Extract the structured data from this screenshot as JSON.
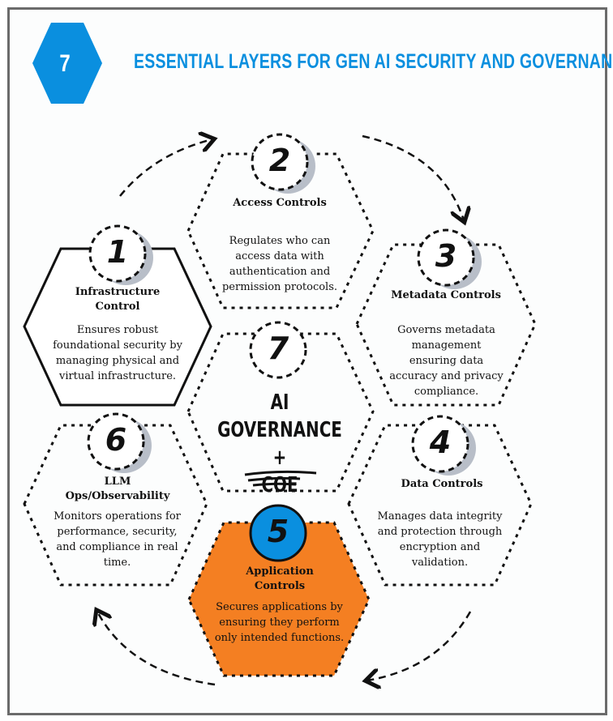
{
  "header": {
    "badge_number": "7",
    "title": "ESSENTIAL LAYERS FOR GEN AI SECURITY AND GOVERNANCE",
    "accent": "#0A8FDF"
  },
  "center": {
    "number": "7",
    "line1": "AI GOVERNANCE",
    "line2": "+",
    "line3": "COE"
  },
  "layers": [
    {
      "number": "1",
      "title": "Infrastructure Control",
      "description": "Ensures robust foundational security by managing physical and virtual infrastructure."
    },
    {
      "number": "2",
      "title": "Access Controls",
      "description": "Regulates who can access data with authentication and permission protocols."
    },
    {
      "number": "3",
      "title": "Metadata Controls",
      "description": "Governs metadata management ensuring data accuracy and privacy compliance."
    },
    {
      "number": "4",
      "title": "Data Controls",
      "description": "Manages data integrity and protection through encryption and validation."
    },
    {
      "number": "5",
      "title": "Application Controls",
      "description": "Secures applications by ensuring they perform only intended functions.",
      "fill": "#F47F22"
    },
    {
      "number": "6",
      "title": "LLM Ops/Observability",
      "description": "Monitors operations for performance, security, and compliance in real time."
    }
  ]
}
